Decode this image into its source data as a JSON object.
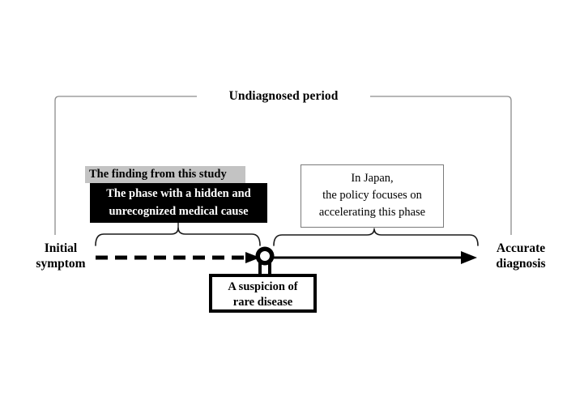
{
  "diagram": {
    "title_bracket": {
      "label": "Undiagnosed period"
    },
    "endpoints": {
      "start_line1": "Initial",
      "start_line2": "symptom",
      "end_line1": "Accurate",
      "end_line2": "diagnosis"
    },
    "finding_callout": {
      "header": "The finding from this study",
      "body_line1": "The phase with a hidden and",
      "body_line2": "unrecognized medical cause",
      "header_bg": "#c3c3c3",
      "body_bg": "#000000",
      "body_fg": "#ffffff"
    },
    "japan_callout": {
      "line1": "In Japan,",
      "line2": "the policy focuses on",
      "line3": "accelerating this phase",
      "border_color": "#7a7a7a"
    },
    "milestone_box": {
      "line1": "A suspicion of",
      "line2": "rare disease",
      "border_color": "#000000"
    },
    "icons": {
      "milestone_pin": "circle-pin-icon",
      "dashed_segment": "dashed-arrow-icon",
      "solid_segment": "solid-arrow-icon",
      "brace_left": "curly-brace-icon",
      "brace_right": "curly-brace-icon",
      "outer_bracket": "span-bracket-icon"
    },
    "colors": {
      "stroke": "#000000",
      "thin_stroke": "#8c8c8c"
    }
  }
}
